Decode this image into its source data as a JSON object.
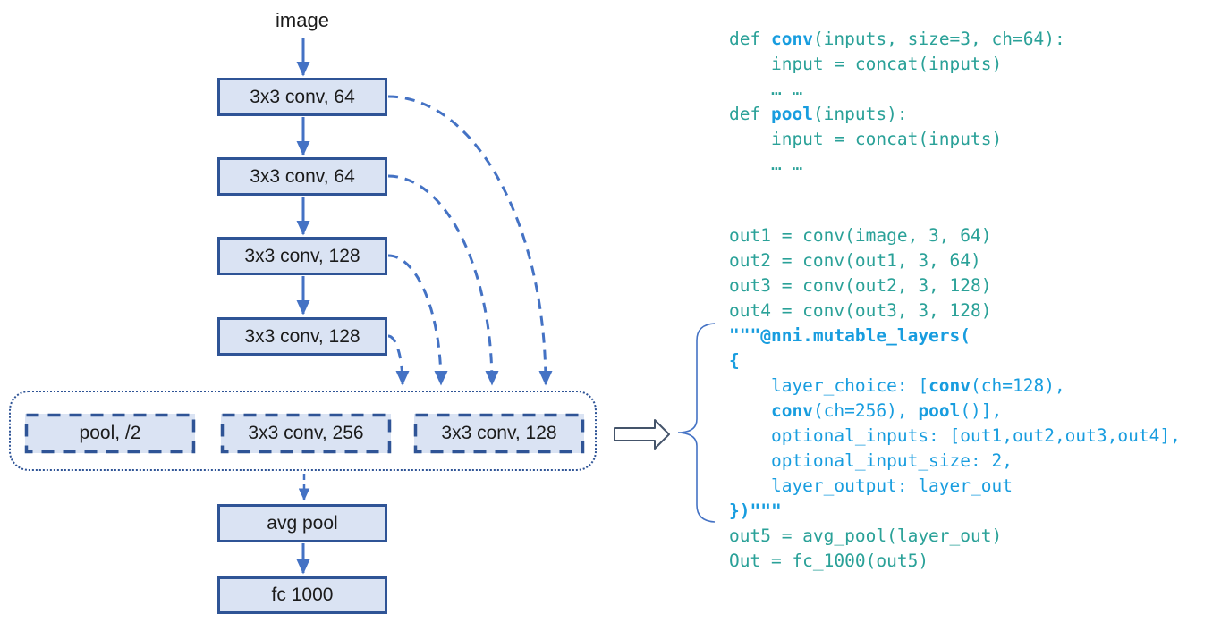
{
  "diagram": {
    "input_label": "image",
    "conv_boxes": [
      "3x3 conv, 64",
      "3x3 conv, 64",
      "3x3 conv, 128",
      "3x3 conv, 128"
    ],
    "choice_boxes": [
      "pool, /2",
      "3x3 conv, 256",
      "3x3 conv, 128"
    ],
    "tail_boxes": [
      "avg pool",
      "fc 1000"
    ]
  },
  "code": {
    "def_block": [
      [
        {
          "s": "t",
          "t": "def "
        },
        {
          "s": "bb",
          "t": "conv"
        },
        {
          "s": "t",
          "t": "(inputs, size=3, ch=64):"
        }
      ],
      [
        {
          "s": "t",
          "t": "    input = concat(inputs)"
        }
      ],
      [
        {
          "s": "t",
          "t": "    … …"
        }
      ],
      [
        {
          "s": "t",
          "t": "def "
        },
        {
          "s": "bb",
          "t": "pool"
        },
        {
          "s": "t",
          "t": "(inputs):"
        }
      ],
      [
        {
          "s": "t",
          "t": "    input = concat(inputs)"
        }
      ],
      [
        {
          "s": "t",
          "t": "    … …"
        }
      ]
    ],
    "main_block": [
      [
        {
          "s": "t",
          "t": "out1 = conv(image, 3, 64)"
        }
      ],
      [
        {
          "s": "t",
          "t": "out2 = conv(out1, 3, 64)"
        }
      ],
      [
        {
          "s": "t",
          "t": "out3 = conv(out2, 3, 128)"
        }
      ],
      [
        {
          "s": "t",
          "t": "out4 = conv(out3, 3, 128)"
        }
      ],
      [
        {
          "s": "bb",
          "t": "\"\"\"@nni.mutable_layers("
        }
      ],
      [
        {
          "s": "bb",
          "t": "{"
        }
      ],
      [
        {
          "s": "b",
          "t": "    layer_choice: ["
        },
        {
          "s": "bb",
          "t": "conv"
        },
        {
          "s": "b",
          "t": "(ch=128),"
        }
      ],
      [
        {
          "s": "b",
          "t": "    "
        },
        {
          "s": "bb",
          "t": "conv"
        },
        {
          "s": "b",
          "t": "(ch=256), "
        },
        {
          "s": "bb",
          "t": "pool"
        },
        {
          "s": "b",
          "t": "()],"
        }
      ],
      [
        {
          "s": "b",
          "t": "    optional_inputs: [out1,out2,out3,out4],"
        }
      ],
      [
        {
          "s": "b",
          "t": "    optional_input_size: 2,"
        }
      ],
      [
        {
          "s": "b",
          "t": "    layer_output: layer_out"
        }
      ],
      [
        {
          "s": "bb",
          "t": "})\"\"\""
        }
      ],
      [
        {
          "s": "t",
          "t": "out5 = avg_pool(layer_out)"
        }
      ],
      [
        {
          "s": "t",
          "t": "Out = fc_1000(out5)"
        }
      ]
    ]
  },
  "colors": {
    "box_fill": "#dae3f3",
    "box_border": "#2f5496",
    "container_border": "#2f5496",
    "arrow": "#4472c4",
    "shape_outline": "#44546a",
    "brace": "#4472c4",
    "code_teal": "#2aa198",
    "code_blue": "#189ddf"
  }
}
